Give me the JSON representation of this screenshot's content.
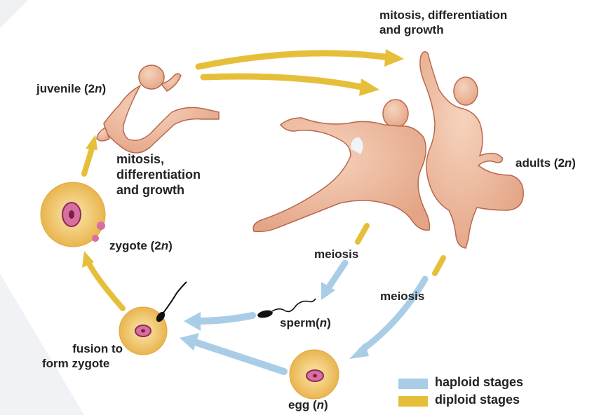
{
  "colors": {
    "haploid": "#a9cde6",
    "diploid": "#e6bf3a",
    "skin": "#efbfa2",
    "skin_line": "#b8684e",
    "cell": "#f3ce7a",
    "nucleus": "#d96fa0"
  },
  "labels": {
    "adults_mitosis_line1": "mitosis, differentiation",
    "adults_mitosis_line2": "and growth",
    "juvenile_text": "juvenile (2",
    "juvenile_n": "n",
    "juvenile_close": ")",
    "juvenile_mitosis_line1": "mitosis,",
    "juvenile_mitosis_line2": "differentiation",
    "juvenile_mitosis_line3": "and growth",
    "adults_text": "adults (2",
    "adults_n": "n",
    "adults_close": ")",
    "zygote_text": "zygote (2",
    "zygote_n": "n",
    "zygote_close": ")",
    "meiosis_sperm": "meiosis",
    "meiosis_egg": "meiosis",
    "sperm_text": "sperm(",
    "sperm_n": "n",
    "sperm_close": ")",
    "fusion_line1": "fusion to",
    "fusion_line2": "form zygote",
    "egg_text": "egg (",
    "egg_n": "n",
    "egg_close": ")"
  },
  "legend": {
    "haploid_label": "haploid stages",
    "diploid_label": "diploid stages"
  }
}
